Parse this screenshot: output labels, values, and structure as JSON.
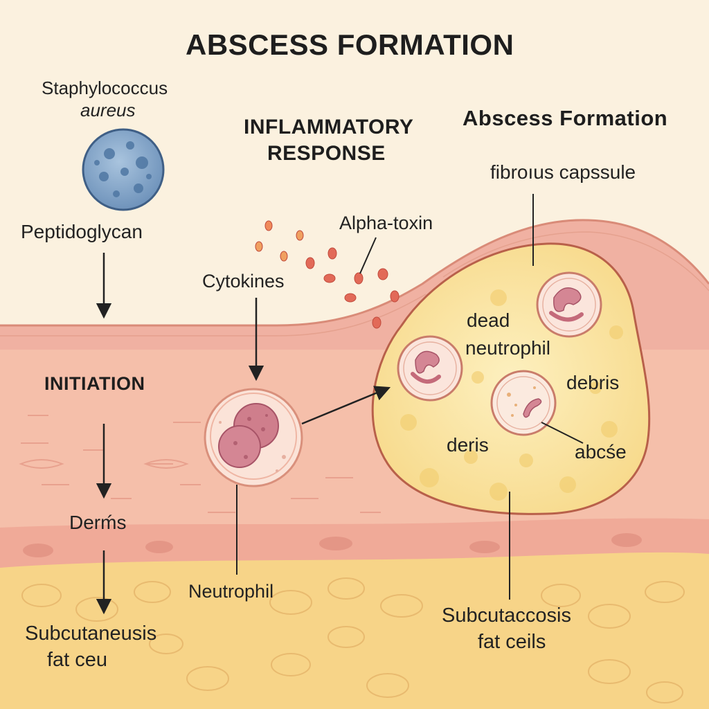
{
  "title": "ABSCESS FORMATION",
  "bacterium": {
    "name_line1": "Staphylococcus",
    "name_line2": "aureus",
    "component": "Peptidoglycan"
  },
  "stages": {
    "initiation": "INITIATION",
    "inflammatory_line1": "INFLAMMATORY",
    "inflammatory_line2": "RESPONSE",
    "abscess": "Abscess Formation"
  },
  "labels": {
    "alpha_toxin": "Alpha-toxin",
    "cytokines": "Cytokines",
    "fibrous_capsule": "fibroıus capssule",
    "dead_neutrophil_line1": "dead",
    "dead_neutrophil_line2": "neutrophil",
    "debris_1": "debris",
    "debris_2": "deris",
    "abscess_small": "abcśe",
    "dermis": "Derḿs",
    "subcutaneous_left_line1": "Subcutaneusis",
    "subcutaneous_left_line2": "fat ceu",
    "neutrophil": "Neutrophil",
    "subcutaneous_right_line1": "Subcutaccosis",
    "subcutaneous_right_line2": "fat ceils"
  },
  "colors": {
    "background": "#fbf1df",
    "epidermis": "#f0b1a2",
    "dermis": "#f3b7a5",
    "subcutaneous_fat": "#f7d488",
    "abscess_fill": "#fbe6a0",
    "capsule_outline": "#b8604a",
    "bacterium": "#7ea3c8",
    "neutrophil_nucleus": "#d07f8c",
    "toxin_dots": "#e06a5a",
    "arrow": "#222222"
  }
}
